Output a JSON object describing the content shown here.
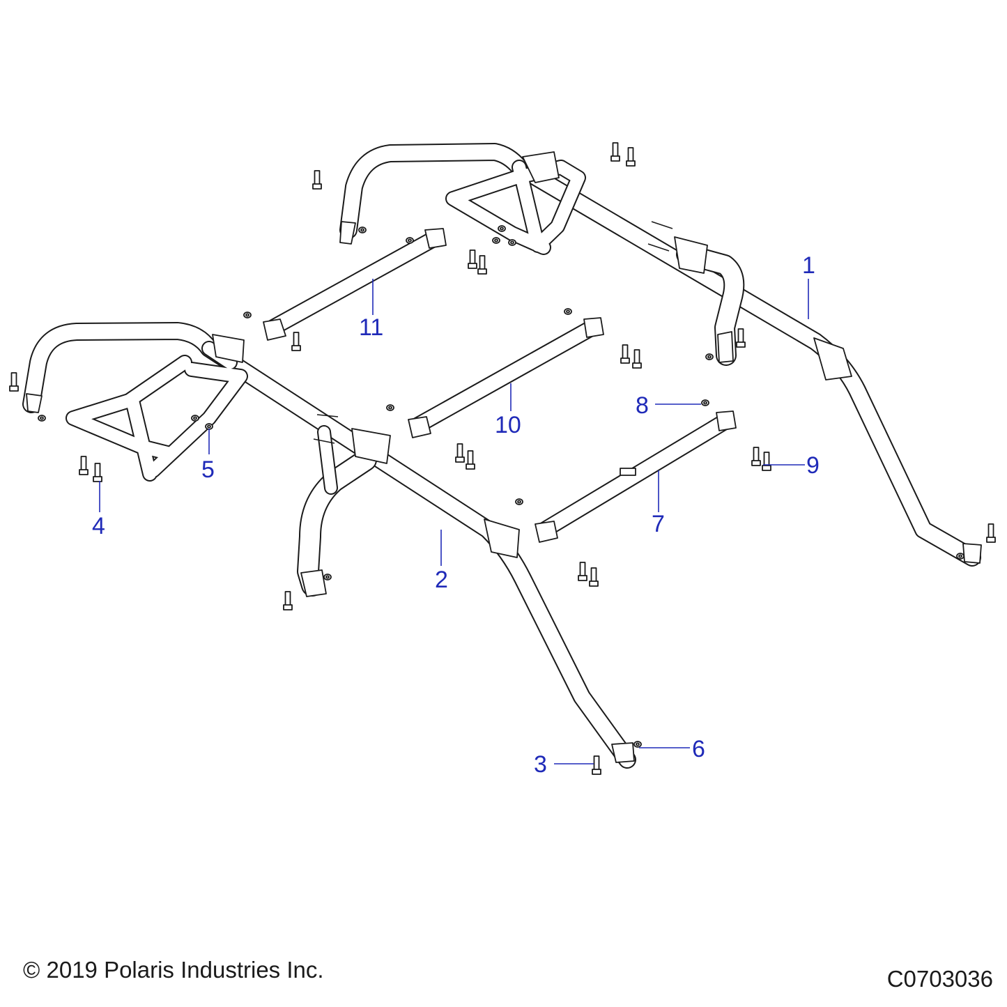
{
  "diagram": {
    "callouts": [
      {
        "id": "c1",
        "text": "1"
      },
      {
        "id": "c2",
        "text": "2"
      },
      {
        "id": "c3",
        "text": "3"
      },
      {
        "id": "c4",
        "text": "4"
      },
      {
        "id": "c5",
        "text": "5"
      },
      {
        "id": "c6",
        "text": "6"
      },
      {
        "id": "c7",
        "text": "7"
      },
      {
        "id": "c8",
        "text": "8"
      },
      {
        "id": "c9",
        "text": "9"
      },
      {
        "id": "c10",
        "text": "10"
      },
      {
        "id": "c11",
        "text": "11"
      }
    ],
    "colors": {
      "callout": "#1f2ab8",
      "line": "#1a1a1a",
      "background": "#ffffff"
    }
  },
  "footer": {
    "copyright": "© 2019 Polaris Industries Inc.",
    "code": "C0703036"
  }
}
